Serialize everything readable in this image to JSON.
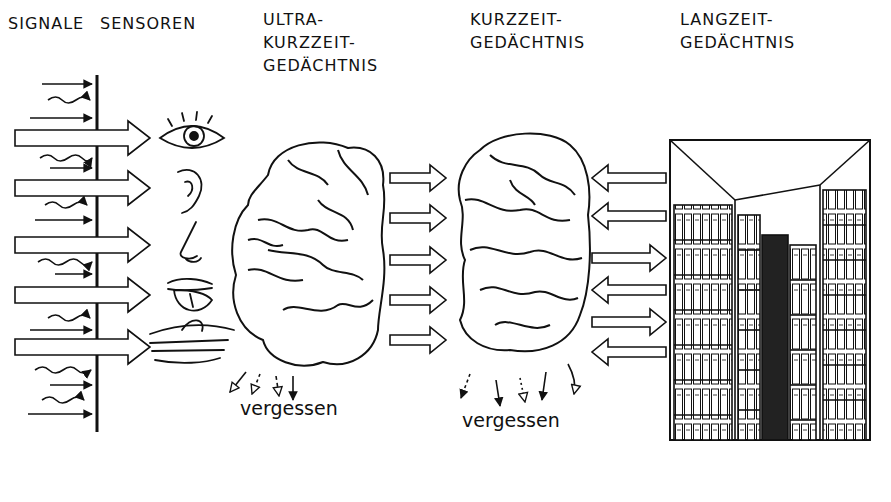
{
  "diagram": {
    "nodes": [
      {
        "text": [
          "ULTRA- KURZZEIT- GEDÄCHTNIS"
        ]
      },
      {
        "text": [
          "KURZZEIT- GEDÄCHTNIS"
        ]
      },
      {
        "text": [
          "LANGZEIT- GEDÄCHTNIS"
        ]
      }
    ],
    "edges": [
      {
        "from": 0,
        "to": 1,
        "arrow": "to"
      },
      {
        "from": 1,
        "to": 2,
        "arrow": "both"
      }
    ],
    "labels": [
      "SIGNALE",
      "SENSOREN",
      "vergessen",
      "vergessen"
    ]
  }
}
